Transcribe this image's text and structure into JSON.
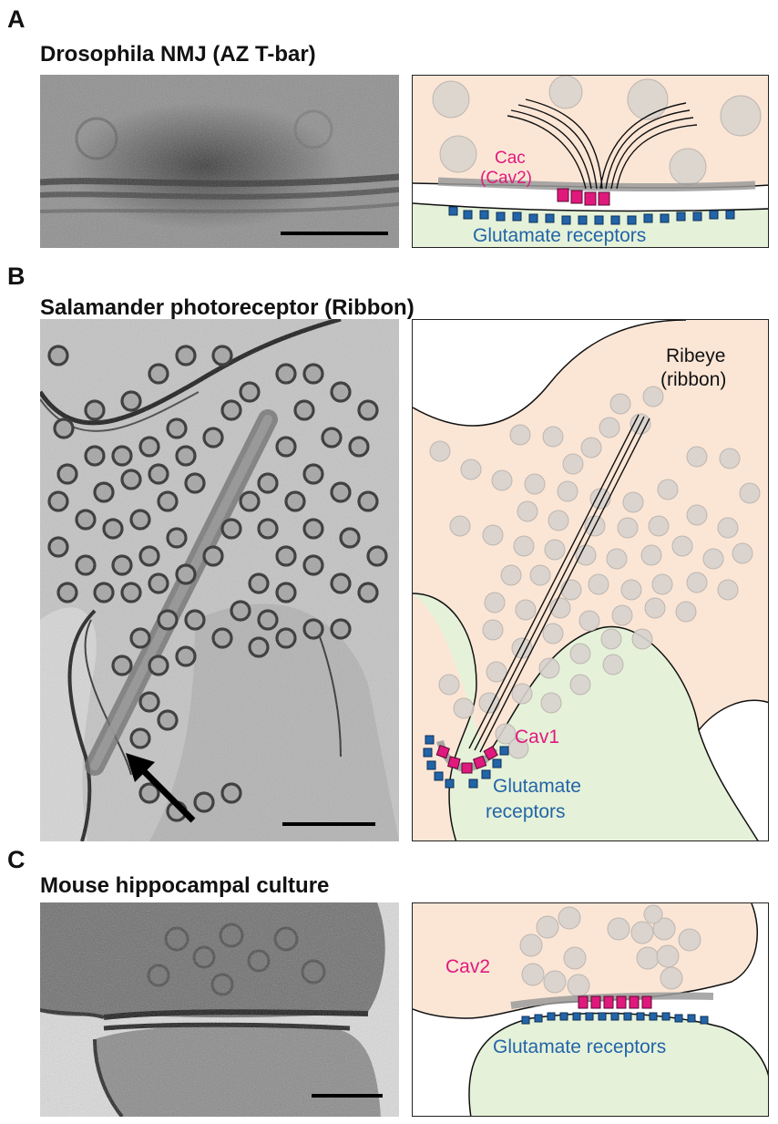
{
  "panels": [
    {
      "letter": "A",
      "title": "Drosophila NMJ (AZ T-bar)",
      "channel_label_line1": "Cac",
      "channel_label_line2": "(Cav2)",
      "receptor_label": "Glutamate receptors"
    },
    {
      "letter": "B",
      "title": "Salamander photoreceptor (Ribbon)",
      "ribbon_label_line1": "Ribeye",
      "ribbon_label_line2": "(ribbon)",
      "channel_label": "Cav1",
      "receptor_label_line1": "Glutamate",
      "receptor_label_line2": "receptors"
    },
    {
      "letter": "C",
      "title": "Mouse hippocampal culture",
      "channel_label": "Cav2",
      "receptor_label": "Glutamate receptors"
    }
  ],
  "colors": {
    "presynaptic": "#fbe6d6",
    "postsynaptic": "#e5f2d9",
    "vesicle": "#d7d2cd",
    "calcium_channel": "#e0197d",
    "glutamate_receptor": "#2364a8",
    "density": "#9a9a9a"
  }
}
